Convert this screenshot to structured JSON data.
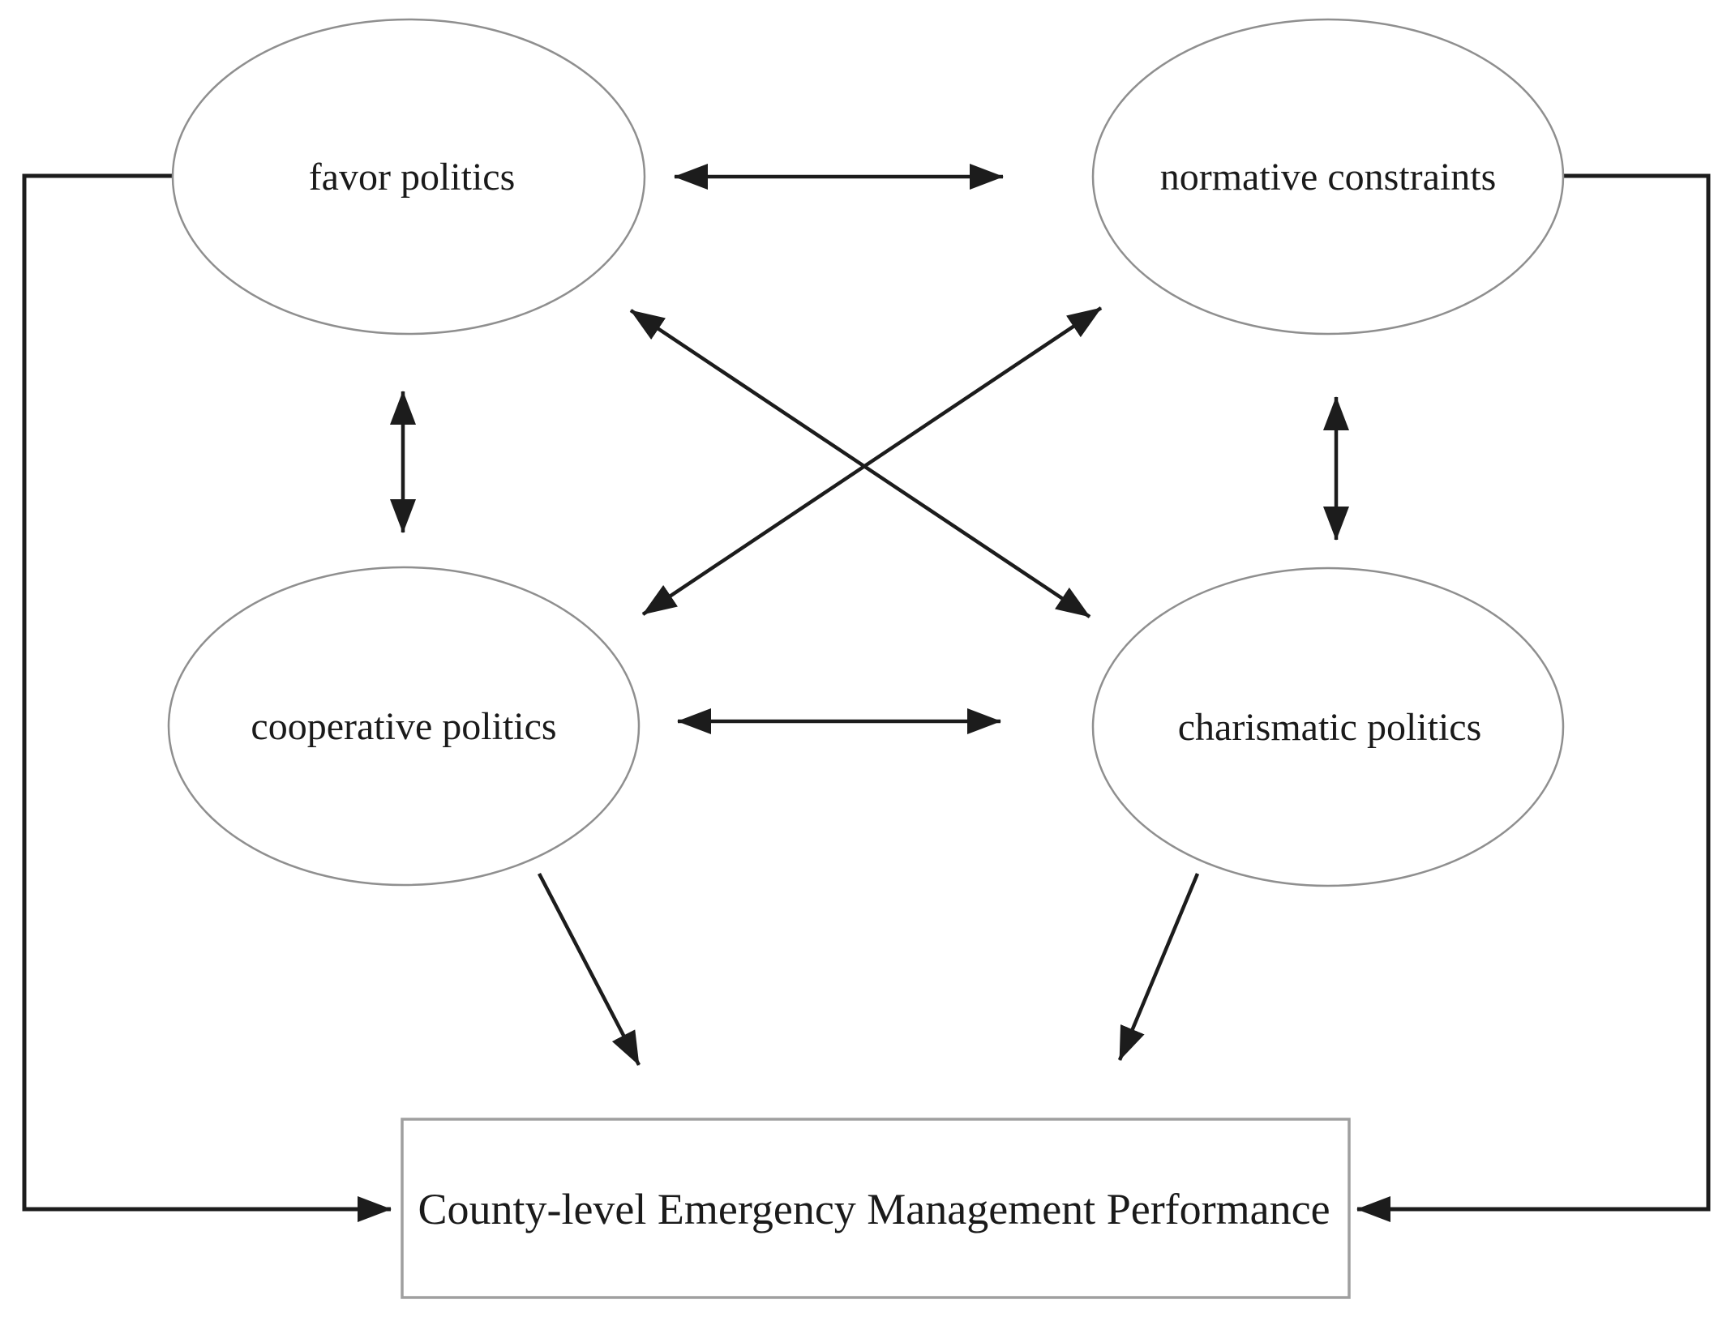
{
  "figure": {
    "type": "path-diagram",
    "background_color": "#ffffff",
    "node_stroke_color": "#8f8f8f",
    "arrow_color": "#1c1c1c",
    "text_color": "#1a1a1a",
    "nodes": {
      "favor": {
        "label": "favor politics",
        "shape": "ellipse"
      },
      "normative": {
        "label": "normative constraints",
        "shape": "ellipse"
      },
      "cooperative": {
        "label": "cooperative politics",
        "shape": "ellipse"
      },
      "charismatic": {
        "label": "charismatic politics",
        "shape": "ellipse"
      },
      "performance": {
        "label": "County-level Emergency Management Performance",
        "shape": "rectangle"
      }
    },
    "edges": [
      {
        "from": "favor politics",
        "to": "normative constraints",
        "style": "double-headed"
      },
      {
        "from": "favor politics",
        "to": "cooperative politics",
        "style": "double-headed"
      },
      {
        "from": "normative constraints",
        "to": "charismatic politics",
        "style": "double-headed"
      },
      {
        "from": "cooperative politics",
        "to": "charismatic politics",
        "style": "double-headed"
      },
      {
        "from": "favor politics",
        "to": "charismatic politics",
        "style": "double-headed"
      },
      {
        "from": "normative constraints",
        "to": "cooperative politics",
        "style": "double-headed"
      },
      {
        "from": "favor politics",
        "to": "County-level Emergency Management Performance",
        "style": "single-headed-routed"
      },
      {
        "from": "normative constraints",
        "to": "County-level Emergency Management Performance",
        "style": "single-headed-routed"
      },
      {
        "from": "cooperative politics",
        "to": "County-level Emergency Management Performance",
        "style": "single-headed"
      },
      {
        "from": "charismatic politics",
        "to": "County-level Emergency Management Performance",
        "style": "single-headed"
      }
    ]
  }
}
